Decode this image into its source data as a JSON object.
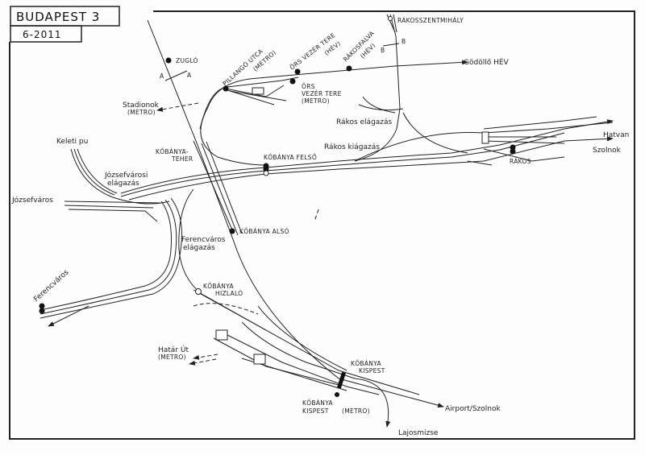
{
  "title": "BUDAPEST 3",
  "date": "6-2011",
  "stations": {
    "zuglo": "ZUGLÓ",
    "pillango": "PILLANGÓ UTCA",
    "pillango_sub": "(METRO)",
    "ors_hev": "ÖRS VEZÉR TERE",
    "ors_hev_sub": "(HÉV)",
    "rakosfalva": "RÁKOSFALVA",
    "rakosfalva_sub": "(HÉV)",
    "rakosszentmihaly": "RÁKOSSZENTMIHÁLY",
    "ors_metro_1": "ÖRS",
    "ors_metro_2": "VEZÉR TERE",
    "ors_metro_3": "(METRO)",
    "kobanya_teher_1": "KŐBÁNYA-",
    "kobanya_teher_2": "TEHER",
    "kobanya_felso": "KŐBÁNYA FELSŐ",
    "kobanya_also": "KŐBÁNYA ALSÓ",
    "kobanya_hizlalo_1": "KŐBÁNYA",
    "kobanya_hizlalo_2": "HIZLALÓ",
    "kobanya_kispest_1": "KŐBÁNYA",
    "kobanya_kispest_2": "KISPEST",
    "kk_metro_1": "KŐBÁNYA",
    "kk_metro_2": "KISPEST",
    "kk_metro_3": "(METRO)",
    "rakos": "RÁKOS"
  },
  "junctions": {
    "rakos_elagazas": "Rákos elágazás",
    "rakos_kiagazas": "Rákos kiágazás",
    "jozsefvarosi_1": "Józsefvárosi",
    "jozsefvarosi_2": "elágazás",
    "ferencvaros_1": "Ferencváros",
    "ferencvaros_2": "elágazás"
  },
  "destinations": {
    "godollo": "Gödöllő HÉV",
    "stadionok": "Stadionok",
    "stadionok_sub": "(METRO)",
    "keleti": "Keleti pu",
    "jozsefvaros": "Józsefváros",
    "ferencvaros": "Ferencváros",
    "hatvan": "Hatvan",
    "szolnok": "Szolnok",
    "hatar_ut": "Határ Út",
    "hatar_ut_sub": "(METRO)",
    "airport": "Airport/Szolnok",
    "lajosmizse": "Lajosmizse"
  },
  "section_marks": {
    "a_left": "A",
    "a_right": "A",
    "b_left": "B",
    "b_right": "B"
  }
}
